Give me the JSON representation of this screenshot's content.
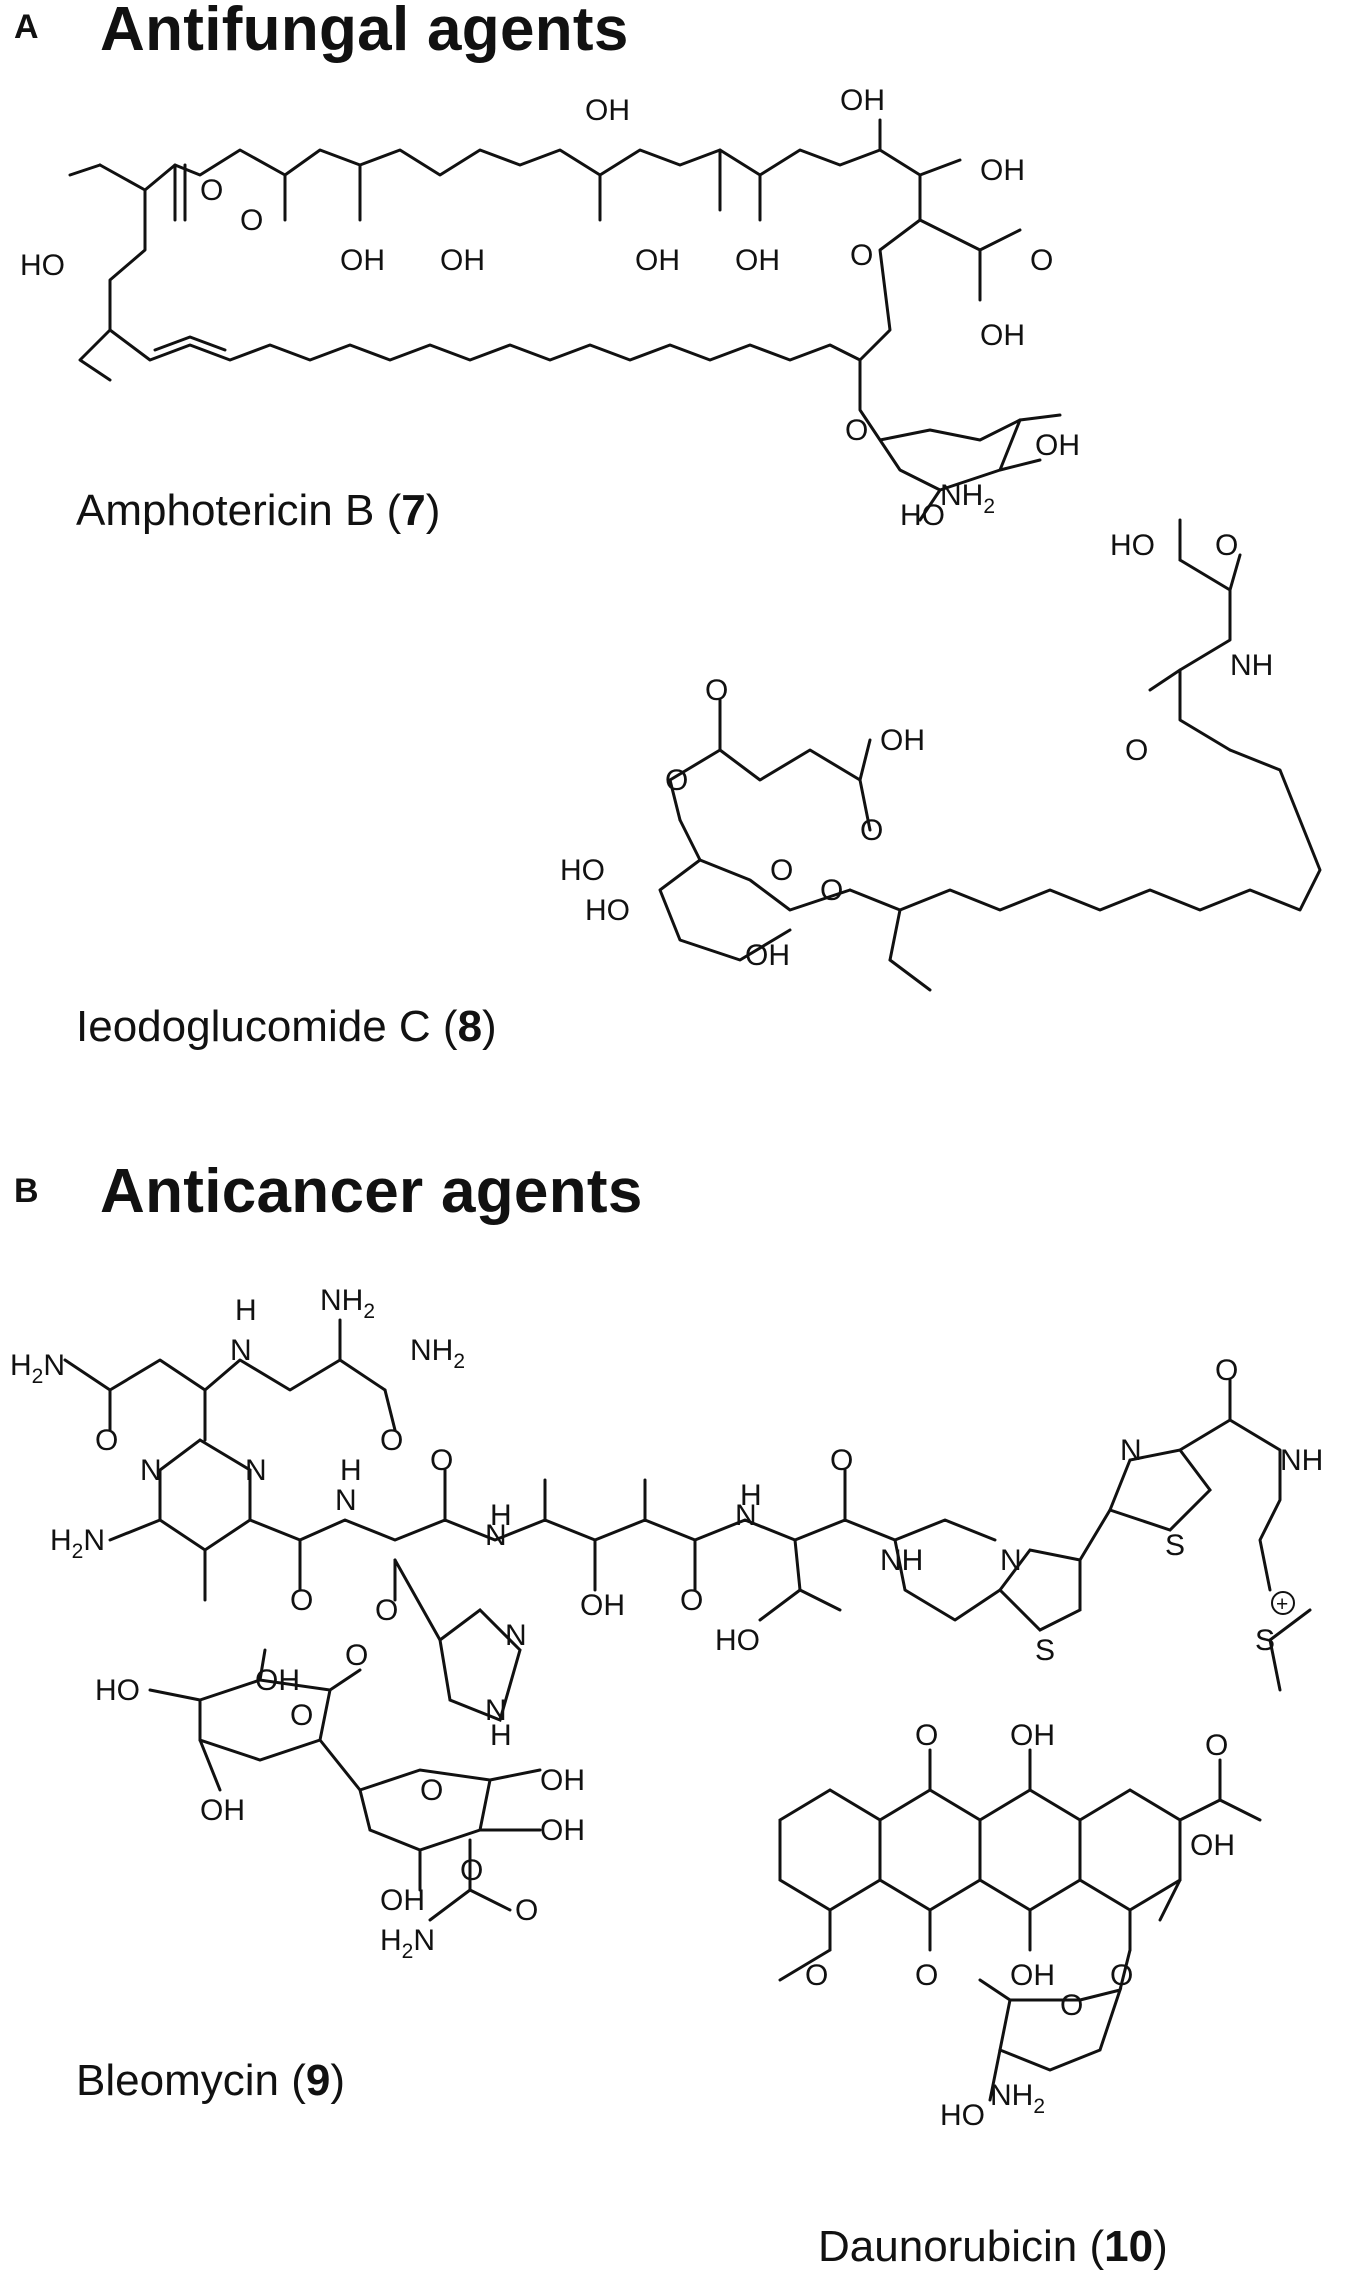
{
  "panels": [
    {
      "letter": "A",
      "title": "Antifungal agents",
      "compounds": [
        {
          "name": "Amphotericin B",
          "number": "7"
        },
        {
          "name": "Ieodoglucomide C",
          "number": "8"
        }
      ]
    },
    {
      "letter": "B",
      "title": "Anticancer agents",
      "compounds": [
        {
          "name": "Bleomycin",
          "number": "9"
        },
        {
          "name": "Daunorubicin",
          "number": "10"
        }
      ]
    }
  ],
  "atom_labels": {
    "oh": "OH",
    "ho": "HO",
    "o": "O",
    "nh2": "NH",
    "h2n": "H",
    "two": "2",
    "nh": "NH",
    "n": "N",
    "h": "H",
    "s": "S",
    "plus": "+"
  }
}
